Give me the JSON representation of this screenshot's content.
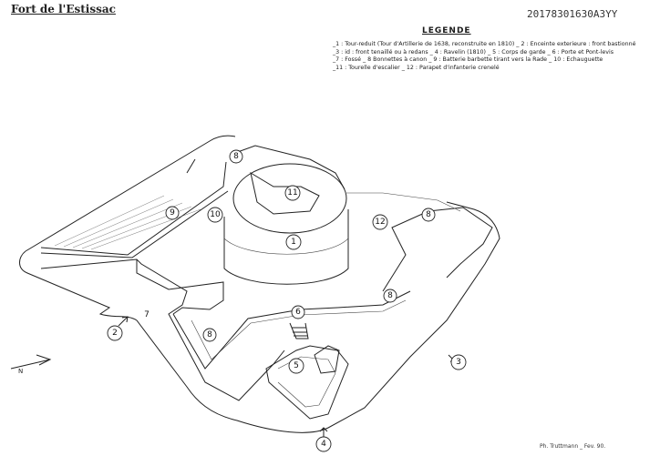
{
  "title": "Fort de l'Estissac",
  "reference_code": "20178301630A3YY",
  "legend": {
    "heading": "LEGENDE",
    "lines": [
      "_1 : Tour-reduit (Tour d'Artillerie de 1638, reconstruite en 1810) _ 2 : Enceinte exterieure : front bastionné",
      "_3 :    id    : front tenaillé ou à redans _ 4 : Ravelin (1810) _ 5 : Corps de garde _ 6 : Porte et Pont-levis",
      "_7 : Fossé _ 8 Bonnettes  à canon _ 9 : Batterie barbette tirant vers la Rade _ 10 : Echauguette",
      "_11 : Tourelle d'escalier _ 12 : Parapet d'infanterie crenelé"
    ]
  },
  "markers": {
    "m1": "1",
    "m2": "2",
    "m3": "3",
    "m4": "4",
    "m5": "5",
    "m6": "6",
    "m7": "7",
    "m8a": "8",
    "m8b": "8",
    "m8c": "8",
    "m8d": "8",
    "m9": "9",
    "m10": "10",
    "m11": "11",
    "m12": "12"
  },
  "compass_label": "N",
  "credit": "Ph. Truttmann _ Fev. 90."
}
